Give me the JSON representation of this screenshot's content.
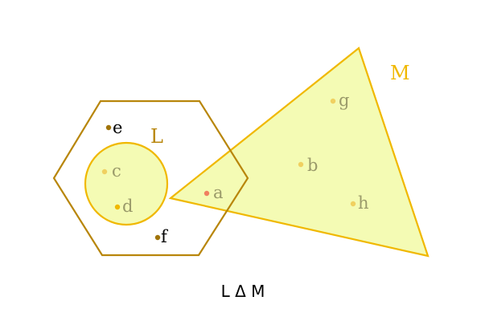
{
  "diagram": {
    "caption": "L Δ M",
    "sets": {
      "L": {
        "label": "L",
        "color": "#b8860b"
      },
      "M": {
        "label": "M",
        "color": "#f0b800",
        "fill": "#f4fbb4"
      },
      "inner_circle": {
        "stroke": "#f0b800",
        "fill": "#f4fbb4"
      }
    },
    "points": {
      "a": {
        "label": "a",
        "dot_color": "#f08060",
        "text_color": "#9a9a6a"
      },
      "b": {
        "label": "b",
        "dot_color": "#f0d060",
        "text_color": "#9a9a6a"
      },
      "c": {
        "label": "c",
        "dot_color": "#f0d060",
        "text_color": "#9a9a6a"
      },
      "d": {
        "label": "d",
        "dot_color": "#f0b800",
        "text_color": "#9a9a6a"
      },
      "e": {
        "label": "e",
        "dot_color": "#a0740a",
        "text_color": "#000000"
      },
      "f": {
        "label": "f",
        "dot_color": "#a0740a",
        "text_color": "#000000"
      },
      "g": {
        "label": "g",
        "dot_color": "#f0d060",
        "text_color": "#9a9a6a"
      },
      "h": {
        "label": "h",
        "dot_color": "#f0d060",
        "text_color": "#9a9a6a"
      }
    }
  }
}
